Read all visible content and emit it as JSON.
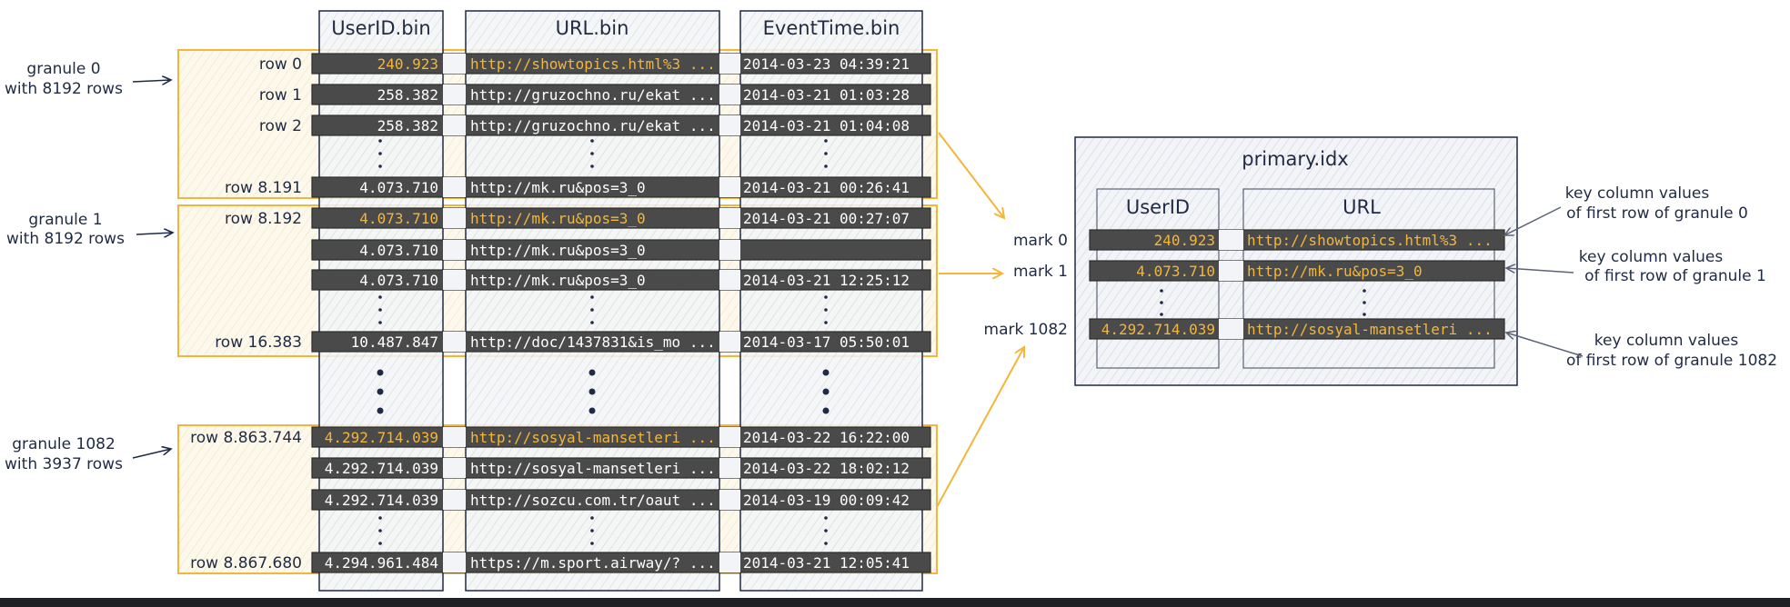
{
  "columns": {
    "userid": "UserID.bin",
    "url": "URL.bin",
    "eventtime": "EventTime.bin"
  },
  "granules": [
    {
      "label_line1": "granule 0",
      "label_line2": "with 8192 rows"
    },
    {
      "label_line1": "granule 1",
      "label_line2": "with 8192 rows"
    },
    {
      "label_line1": "granule 1082",
      "label_line2": "with 3937 rows"
    }
  ],
  "rows": [
    {
      "label": "row 0",
      "userid": "240.923",
      "url": "http://showtopics.html%3 ...",
      "time": "2014-03-23 04:39:21",
      "highlight": true
    },
    {
      "label": "row 1",
      "userid": "258.382",
      "url": "http://gruzochno.ru/ekat ...",
      "time": "2014-03-21 01:03:28",
      "highlight": false
    },
    {
      "label": "row 2",
      "userid": "258.382",
      "url": "http://gruzochno.ru/ekat ...",
      "time": "2014-03-21 01:04:08",
      "highlight": false
    },
    {
      "label": "row 8.191",
      "userid": "4.073.710",
      "url": "http://mk.ru&pos=3_0",
      "time": "2014-03-21 00:26:41",
      "highlight": false
    },
    {
      "label": "row 8.192",
      "userid": "4.073.710",
      "url": "http://mk.ru&pos=3_0",
      "time": "2014-03-21 00:27:07",
      "highlight": true
    },
    {
      "label": "",
      "userid": "4.073.710",
      "url": "http://mk.ru&pos=3_0",
      "time": "",
      "highlight": false
    },
    {
      "label": "",
      "userid": "4.073.710",
      "url": "http://mk.ru&pos=3_0",
      "time": "2014-03-21 12:25:12",
      "highlight": false
    },
    {
      "label": "row 16.383",
      "userid": "10.487.847",
      "url": "http://doc/1437831&is_mo ...",
      "time": "2014-03-17 05:50:01",
      "highlight": false
    },
    {
      "label": "row 8.863.744",
      "userid": "4.292.714.039",
      "url": "http://sosyal-mansetleri ...",
      "time": "2014-03-22 16:22:00",
      "highlight": true
    },
    {
      "label": "",
      "userid": "4.292.714.039",
      "url": "http://sosyal-mansetleri ...",
      "time": "2014-03-22 18:02:12",
      "highlight": false
    },
    {
      "label": "",
      "userid": "4.292.714.039",
      "url": "http://sozcu.com.tr/oaut ...",
      "time": "2014-03-19 00:09:42",
      "highlight": false
    },
    {
      "label": "row 8.867.680",
      "userid": "4.294.961.484",
      "url": "https://m.sport.airway/? ...",
      "time": "2014-03-21 12:05:41",
      "highlight": false
    }
  ],
  "primary_index": {
    "title": "primary.idx",
    "col_userid": "UserID",
    "col_url": "URL",
    "marks": [
      {
        "label": "mark 0",
        "userid": "240.923",
        "url": "http://showtopics.html%3 ..."
      },
      {
        "label": "mark 1",
        "userid": "4.073.710",
        "url": "http://mk.ru&pos=3_0"
      },
      {
        "label": "mark 1082",
        "userid": "4.292.714.039",
        "url": "http://sosyal-mansetleri ..."
      }
    ]
  },
  "annotations": [
    {
      "line1": "key column values",
      "line2": "of first row of granule 0"
    },
    {
      "line1": "key column values",
      "line2": "of first row of granule 1"
    },
    {
      "line1": "key column values",
      "line2": "of first row of granule 1082"
    }
  ],
  "colors": {
    "ink": "#1f2a44",
    "row_bar": "#4a4a4a",
    "highlight_text": "#f4b63a",
    "granule_border": "#f4b63a",
    "granule_fill": "#fdf6e6",
    "column_fill": "#eef0f4"
  }
}
